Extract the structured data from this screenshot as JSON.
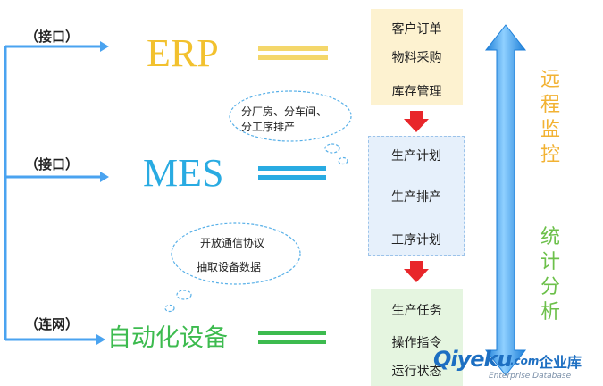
{
  "connectors": {
    "top": "（接口）",
    "middle": "（接口）",
    "bottom": "（连网）"
  },
  "systems": {
    "erp": "ERP",
    "mes": "MES",
    "automation": "自动化设备"
  },
  "clouds": {
    "mes_note": {
      "line1": "分厂房、分车间、",
      "line2": "分工序排产"
    },
    "device_note": {
      "line1": "开放通信协议",
      "line2": "抽取设备数据"
    }
  },
  "boxes": {
    "erp_box": [
      "客户订单",
      "物料采购",
      "库存管理"
    ],
    "mes_box": [
      "生产计划",
      "生产排产",
      "工序计划"
    ],
    "device_box": [
      "生产任务",
      "操作指令",
      "运行状态"
    ]
  },
  "side_labels": {
    "remote_monitoring": [
      "远",
      "程",
      "监",
      "控"
    ],
    "statistical_analysis": [
      "统",
      "计",
      "分",
      "析"
    ]
  },
  "watermark": {
    "logo": "Qiyeku",
    "logo_suffix": ".com",
    "cn": "企业库",
    "tagline": "Enterprise Database"
  },
  "colors": {
    "blue_line": "#4aa3f0",
    "erp": "#f2c12e",
    "mes": "#29abe2",
    "automation": "#3dbb4f",
    "erp_box_bg": "#fdf2d0",
    "mes_box_bg": "#e6f0fb",
    "device_box_bg": "#e5f5e0",
    "red_arrow": "#e8262a",
    "remote_text": "#f2b233",
    "stat_text": "#6cc04a"
  }
}
